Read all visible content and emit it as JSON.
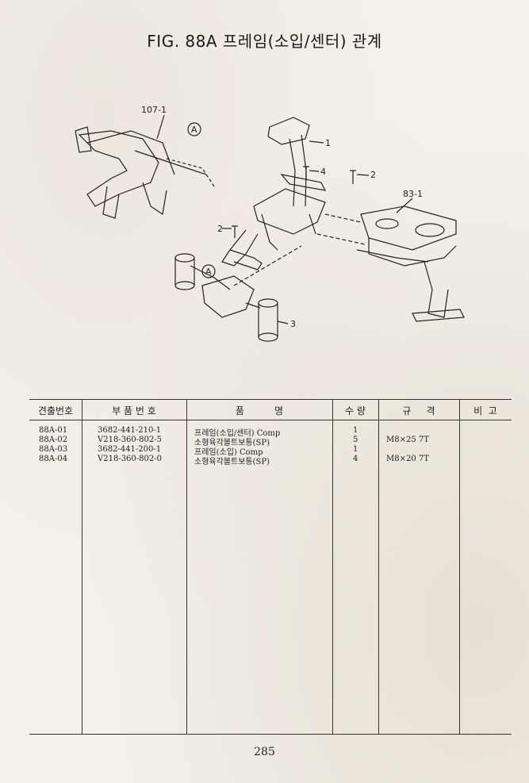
{
  "title": "FIG. 88A 프레임(소입/센터) 관계",
  "diagram": {
    "callouts": {
      "c1071": "107-1",
      "c1": "1",
      "c4": "4",
      "c2a": "2",
      "c2b": "2",
      "c3": "3",
      "c831": "83-1",
      "markA1": "A",
      "markA2": "A"
    }
  },
  "table": {
    "headers": {
      "ref": "견출번호",
      "part_no": "부 품 번 호",
      "name": "품          명",
      "qty": "수 량",
      "spec": "규     격",
      "remark": "비  고"
    },
    "rows": [
      {
        "ref": "88A-01",
        "part_no": "3682-441-210-1",
        "name": "프레임(소입/센터) Comp",
        "qty": "1",
        "spec": ""
      },
      {
        "ref": "88A-02",
        "part_no": "V218-360-802-5",
        "name": "소형육각볼트보통(SP)",
        "qty": "5",
        "spec": "M8×25 7T"
      },
      {
        "ref": "88A-03",
        "part_no": "3682-441-200-1",
        "name": "프레임(소입) Comp",
        "qty": "1",
        "spec": ""
      },
      {
        "ref": "88A-04",
        "part_no": "V218-360-802-0",
        "name": "소형육각볼트보통(SP)",
        "qty": "4",
        "spec": "M8×20 7T"
      }
    ]
  },
  "page_number": "285"
}
